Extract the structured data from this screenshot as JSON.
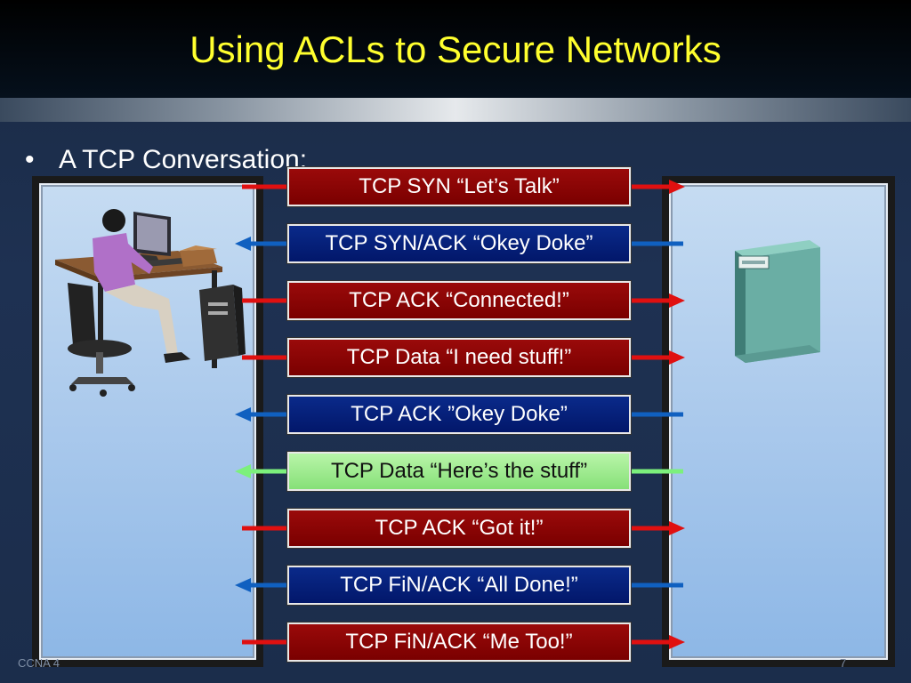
{
  "title": "Using ACLs to Secure Networks",
  "bullet": {
    "marker": "•",
    "text": "A TCP Conversation:"
  },
  "messages": [
    {
      "label": "TCP SYN  “Let’s Talk”",
      "direction": "right",
      "color": "red"
    },
    {
      "label": "TCP SYN/ACK “Okey Doke”",
      "direction": "left",
      "color": "blue"
    },
    {
      "label": "TCP ACK  “Connected!”",
      "direction": "right",
      "color": "red"
    },
    {
      "label": "TCP Data  “I need stuff!”",
      "direction": "right",
      "color": "red"
    },
    {
      "label": "TCP ACK  ”Okey Doke”",
      "direction": "left",
      "color": "blue"
    },
    {
      "label": "TCP Data “Here’s the stuff”",
      "direction": "left",
      "color": "green"
    },
    {
      "label": "TCP ACK  “Got it!”",
      "direction": "right",
      "color": "red"
    },
    {
      "label": "TCP FiN/ACK “All Done!”",
      "direction": "left",
      "color": "blue"
    },
    {
      "label": "TCP FiN/ACK “Me Too!”",
      "direction": "right",
      "color": "red"
    }
  ],
  "colors": {
    "title": "#ffff2e",
    "red_arrow": "#e01010",
    "blue_arrow": "#1060c0",
    "green_arrow": "#7cf07c"
  },
  "footer": {
    "left": "CCNA 4",
    "right": "7"
  }
}
